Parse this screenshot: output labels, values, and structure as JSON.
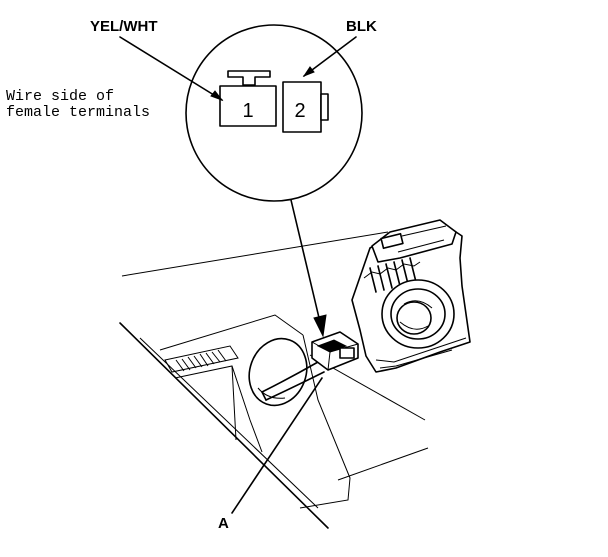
{
  "labels": {
    "wire_color_terminal_1": "YEL/WHT",
    "wire_color_terminal_2": "BLK",
    "wire_side_line_1": "Wire side of",
    "wire_side_line_2": "female terminals",
    "terminal_1": "1",
    "terminal_2": "2",
    "part_a": "A"
  }
}
